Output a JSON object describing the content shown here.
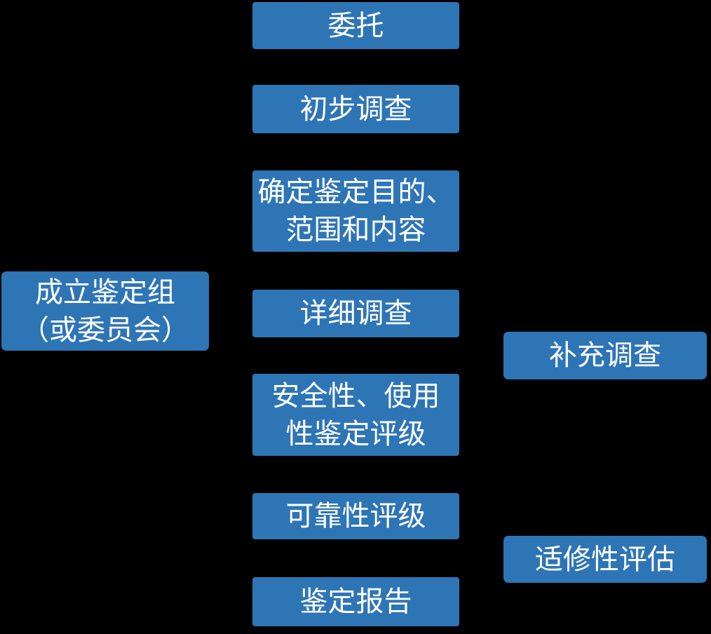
{
  "colors": {
    "background": "#000000",
    "box_fill": "#2E75B6",
    "box_text": "#FFFFFF"
  },
  "flowchart": {
    "main_steps": [
      {
        "label": "委托"
      },
      {
        "label": "初步调查"
      },
      {
        "label": "确定鉴定目的、\n范围和内容"
      },
      {
        "label": "详细调查"
      },
      {
        "label": "安全性、使用\n性鉴定评级"
      },
      {
        "label": "可靠性评级"
      },
      {
        "label": "鉴定报告"
      }
    ],
    "left_side_steps": [
      {
        "label": "成立鉴定组\n（或委员会）"
      }
    ],
    "right_side_steps": [
      {
        "label": "补充调查"
      },
      {
        "label": "适修性评估"
      }
    ]
  }
}
